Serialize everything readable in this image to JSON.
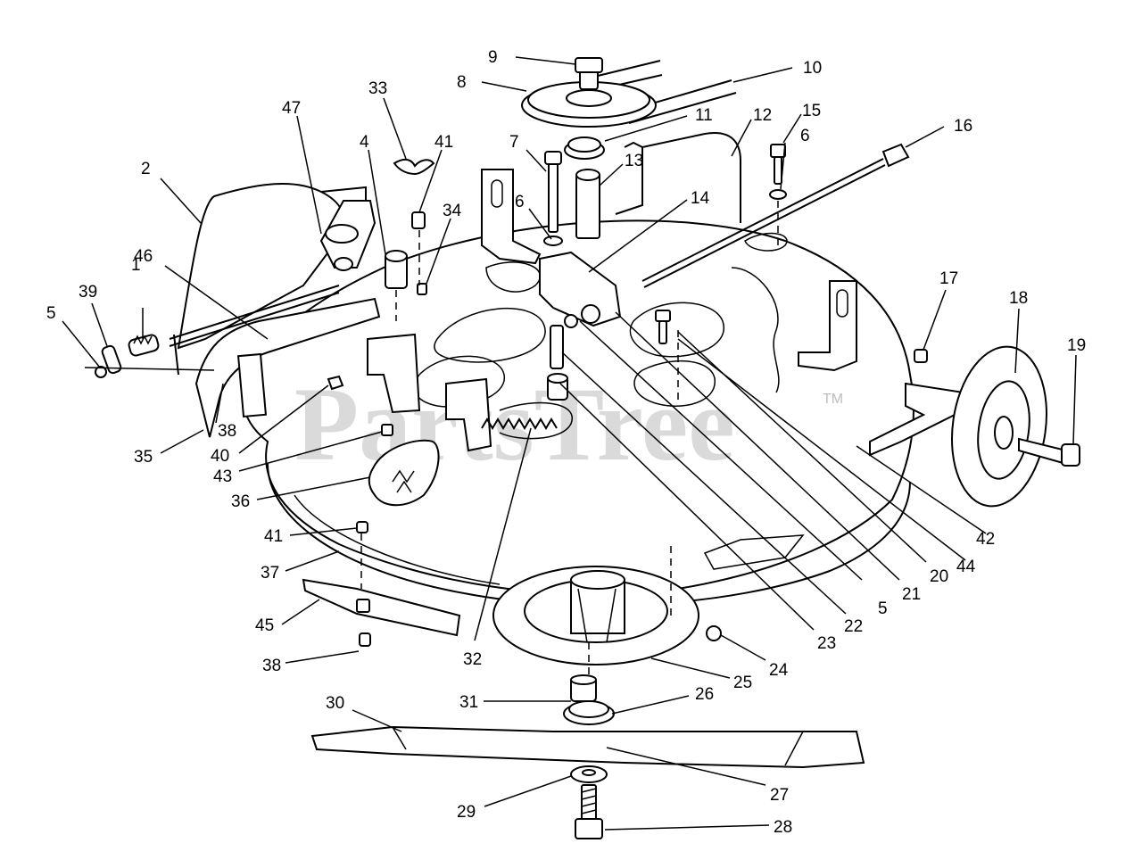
{
  "watermark": "PartsTree",
  "watermark_tm": "TM",
  "callouts": [
    "1",
    "2",
    "4",
    "5",
    "5",
    "6",
    "6",
    "7",
    "8",
    "9",
    "10",
    "11",
    "12",
    "13",
    "14",
    "15",
    "16",
    "17",
    "18",
    "19",
    "20",
    "21",
    "22",
    "23",
    "24",
    "25",
    "26",
    "27",
    "28",
    "29",
    "30",
    "31",
    "32",
    "33",
    "34",
    "35",
    "36",
    "37",
    "38",
    "38",
    "39",
    "40",
    "41",
    "41",
    "42",
    "43",
    "44",
    "45",
    "46",
    "47"
  ]
}
